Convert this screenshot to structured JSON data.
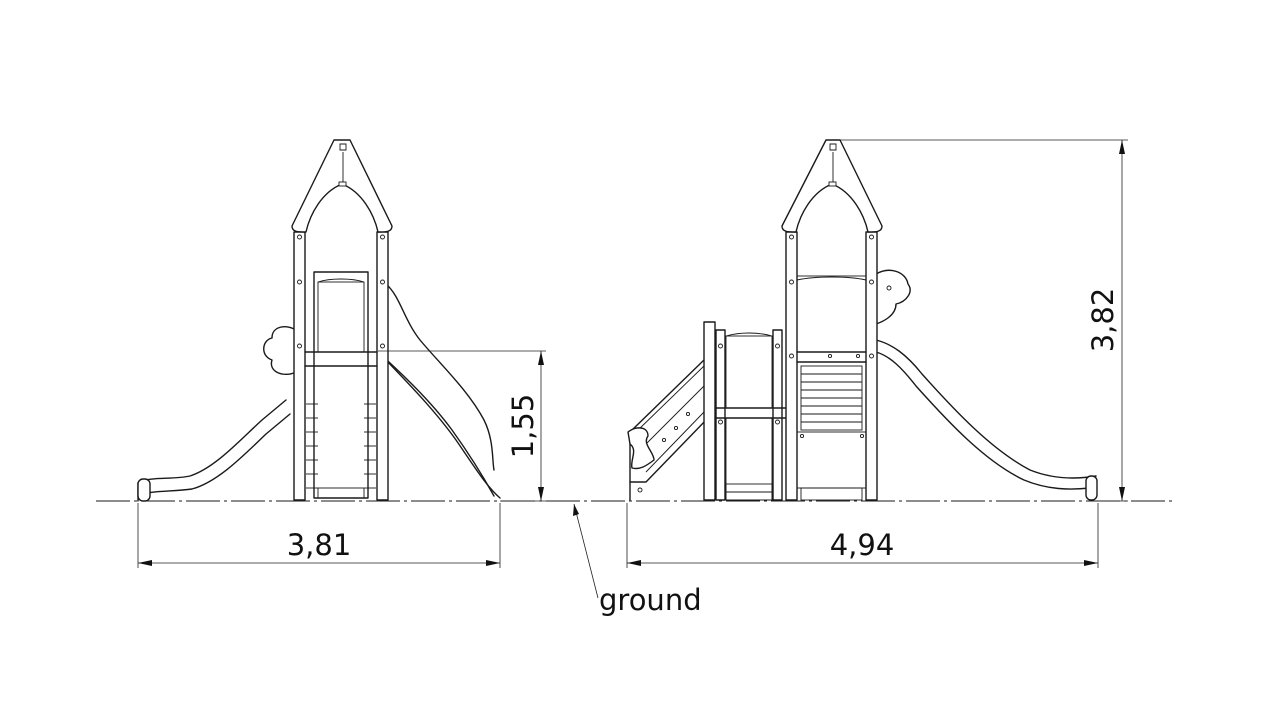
{
  "dimensions": {
    "width_front": "3,81",
    "height_platform": "1,55",
    "width_side": "4,94",
    "height_total": "3,82"
  },
  "labels": {
    "ground": "ground"
  }
}
